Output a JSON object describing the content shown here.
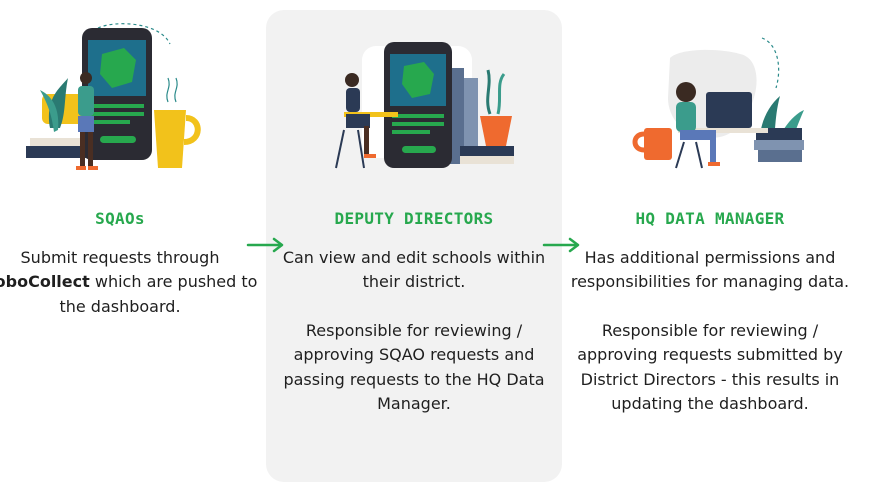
{
  "roles": [
    {
      "title": "SQAOs",
      "desc_before": "Submit requests through",
      "desc_bold": "KoboCollect",
      "desc_after": "which are pushed to the dashboard."
    },
    {
      "title": "DEPUTY DIRECTORS",
      "para1": "Can view and edit schools within their district.",
      "para2": "Responsible for reviewing / approving SQAO requests and passing requests to the HQ Data Manager."
    },
    {
      "title": "HQ DATA MANAGER",
      "para1": "Has additional permissions and responsibilities for managing data.",
      "para2": "Responsible for reviewing / approving requests submitted by District Directors - this results in updating the dashboard."
    }
  ],
  "colors": {
    "accent_green": "#27a84e",
    "panel_grey": "#f2f2f2",
    "mustard": "#f2c21b",
    "coral": "#ef6a2f",
    "navy": "#2b3a55"
  },
  "icons": [
    "arrow-right-icon",
    "phone-map-illustration",
    "woman-laptop-illustration"
  ]
}
